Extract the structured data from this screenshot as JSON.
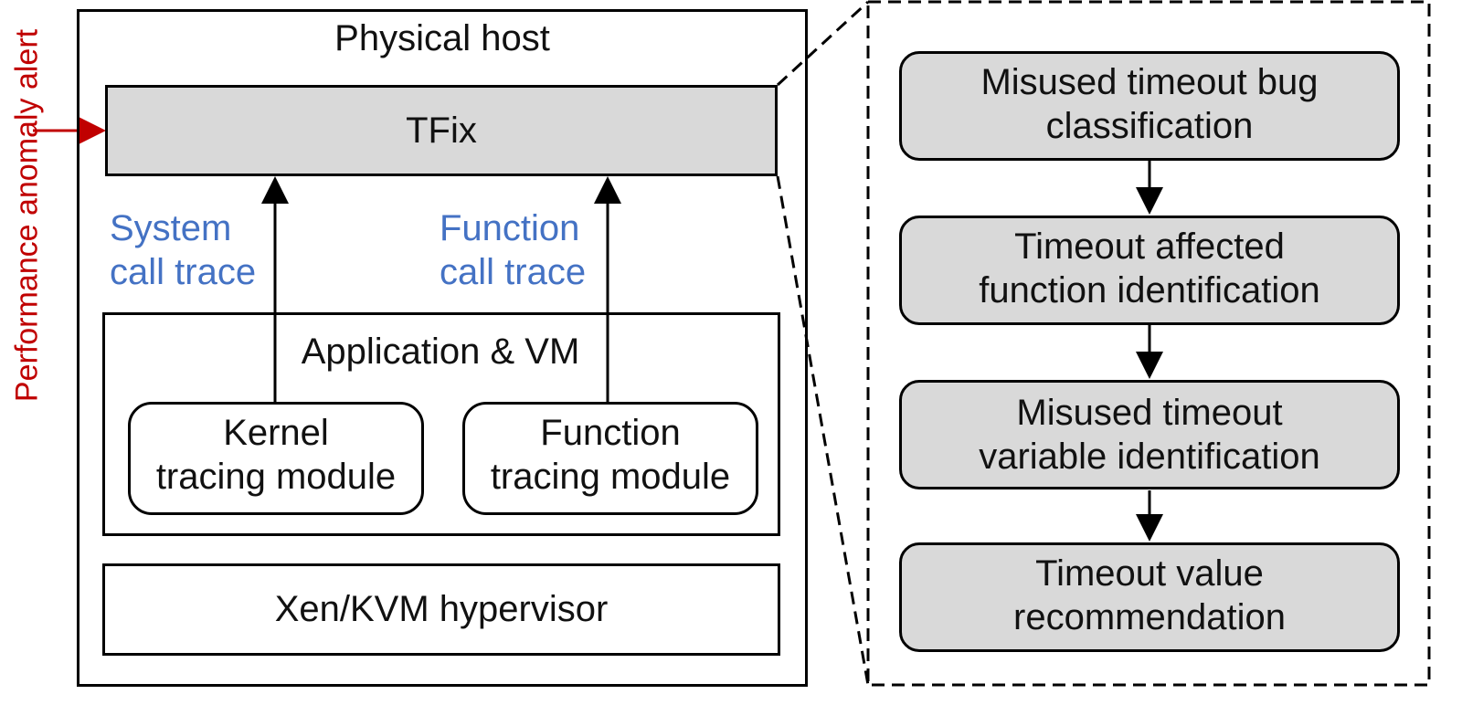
{
  "diagram": {
    "host_title": "Physical host",
    "tfix_label": "TFix",
    "alert_label": "Performance anomaly alert",
    "system_trace": [
      "System",
      "call trace"
    ],
    "function_trace": [
      "Function",
      "call trace"
    ],
    "appvm_label": "Application & VM",
    "kernel_module": [
      "Kernel",
      "tracing module"
    ],
    "function_module": [
      "Function",
      "tracing module"
    ],
    "hypervisor_label": "Xen/KVM hypervisor",
    "steps": [
      [
        "Misused timeout bug",
        "classification"
      ],
      [
        "Timeout affected",
        "function identification"
      ],
      [
        "Misused timeout",
        "variable identification"
      ],
      [
        "Timeout value",
        "recommendation"
      ]
    ],
    "colors": {
      "alert": "#c00000",
      "trace_label": "#4472c4",
      "box_fill": "#d9d9d9"
    }
  }
}
